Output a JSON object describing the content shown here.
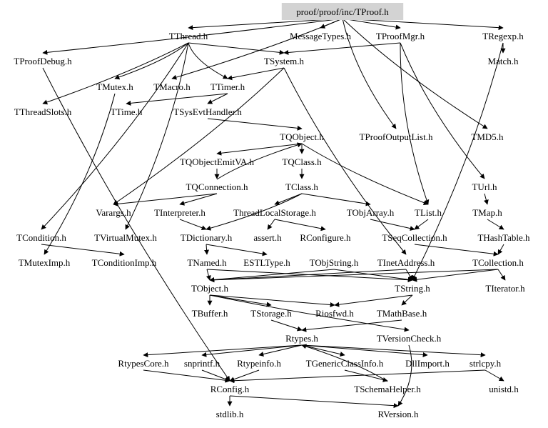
{
  "diagram": {
    "title": "proof/proof/inc/TProof.h",
    "type": "include-dependency-graph",
    "colors": {
      "root_fill": "#d3d3d3",
      "background": "#ffffff",
      "edge": "#000000",
      "text": "#000000"
    },
    "nodes": [
      {
        "id": "TProof",
        "label": "proof/proof/inc/TProof.h",
        "root": true
      },
      {
        "id": "TThread",
        "label": "TThread.h"
      },
      {
        "id": "MessageTypes",
        "label": "MessageTypes.h"
      },
      {
        "id": "TProofMgr",
        "label": "TProofMgr.h"
      },
      {
        "id": "TRegexp",
        "label": "TRegexp.h"
      },
      {
        "id": "TProofDebug",
        "label": "TProofDebug.h"
      },
      {
        "id": "TSystem",
        "label": "TSystem.h"
      },
      {
        "id": "Match",
        "label": "Match.h"
      },
      {
        "id": "TMutex",
        "label": "TMutex.h"
      },
      {
        "id": "TMacro",
        "label": "TMacro.h"
      },
      {
        "id": "TTimer",
        "label": "TTimer.h"
      },
      {
        "id": "TThreadSlots",
        "label": "TThreadSlots.h"
      },
      {
        "id": "TTime",
        "label": "TTime.h"
      },
      {
        "id": "TSysEvtHandler",
        "label": "TSysEvtHandler.h"
      },
      {
        "id": "TQObject",
        "label": "TQObject.h"
      },
      {
        "id": "TProofOutputList",
        "label": "TProofOutputList.h"
      },
      {
        "id": "TMD5",
        "label": "TMD5.h"
      },
      {
        "id": "TQObjectEmitVA",
        "label": "TQObjectEmitVA.h"
      },
      {
        "id": "TQClass",
        "label": "TQClass.h"
      },
      {
        "id": "TQConnection",
        "label": "TQConnection.h"
      },
      {
        "id": "TClass",
        "label": "TClass.h"
      },
      {
        "id": "TUrl",
        "label": "TUrl.h"
      },
      {
        "id": "Varargs",
        "label": "Varargs.h"
      },
      {
        "id": "TInterpreter",
        "label": "TInterpreter.h"
      },
      {
        "id": "ThreadLocalStorage",
        "label": "ThreadLocalStorage.h"
      },
      {
        "id": "TObjArray",
        "label": "TObjArray.h"
      },
      {
        "id": "TList",
        "label": "TList.h"
      },
      {
        "id": "TMap",
        "label": "TMap.h"
      },
      {
        "id": "TCondition",
        "label": "TCondition.h"
      },
      {
        "id": "TVirtualMutex",
        "label": "TVirtualMutex.h"
      },
      {
        "id": "TDictionary",
        "label": "TDictionary.h"
      },
      {
        "id": "assert",
        "label": "assert.h"
      },
      {
        "id": "RConfigure",
        "label": "RConfigure.h"
      },
      {
        "id": "TSeqCollection",
        "label": "TSeqCollection.h"
      },
      {
        "id": "THashTable",
        "label": "THashTable.h"
      },
      {
        "id": "TMutexImp",
        "label": "TMutexImp.h"
      },
      {
        "id": "TConditionImp",
        "label": "TConditionImp.h"
      },
      {
        "id": "TNamed",
        "label": "TNamed.h"
      },
      {
        "id": "ESTLType",
        "label": "ESTLType.h"
      },
      {
        "id": "TObjString",
        "label": "TObjString.h"
      },
      {
        "id": "TInetAddress",
        "label": "TInetAddress.h"
      },
      {
        "id": "TCollection",
        "label": "TCollection.h"
      },
      {
        "id": "TObject",
        "label": "TObject.h"
      },
      {
        "id": "TString",
        "label": "TString.h"
      },
      {
        "id": "TIterator",
        "label": "TIterator.h"
      },
      {
        "id": "TBuffer",
        "label": "TBuffer.h"
      },
      {
        "id": "TStorage",
        "label": "TStorage.h"
      },
      {
        "id": "Riosfwd",
        "label": "Riosfwd.h"
      },
      {
        "id": "TMathBase",
        "label": "TMathBase.h"
      },
      {
        "id": "Rtypes",
        "label": "Rtypes.h"
      },
      {
        "id": "TVersionCheck",
        "label": "TVersionCheck.h"
      },
      {
        "id": "RtypesCore",
        "label": "RtypesCore.h"
      },
      {
        "id": "snprintf",
        "label": "snprintf.h"
      },
      {
        "id": "Rtypeinfo",
        "label": "Rtypeinfo.h"
      },
      {
        "id": "TGenericClassInfo",
        "label": "TGenericClassInfo.h"
      },
      {
        "id": "DllImport",
        "label": "DllImport.h"
      },
      {
        "id": "strlcpy",
        "label": "strlcpy.h"
      },
      {
        "id": "RConfig",
        "label": "RConfig.h"
      },
      {
        "id": "TSchemaHelper",
        "label": "TSchemaHelper.h"
      },
      {
        "id": "unistd",
        "label": "unistd.h"
      },
      {
        "id": "stdlib",
        "label": "stdlib.h"
      },
      {
        "id": "RVersion",
        "label": "RVersion.h"
      }
    ],
    "edges": [
      [
        "TProof",
        "TThread"
      ],
      [
        "TProof",
        "MessageTypes"
      ],
      [
        "TProof",
        "TProofMgr"
      ],
      [
        "TProof",
        "TRegexp"
      ],
      [
        "TProof",
        "TProofDebug"
      ],
      [
        "TProof",
        "TMacro"
      ],
      [
        "TProof",
        "TMD5"
      ],
      [
        "TProof",
        "TProofOutputList"
      ],
      [
        "TThread",
        "TMutex"
      ],
      [
        "TThread",
        "TTimer"
      ],
      [
        "TThread",
        "TSystem"
      ],
      [
        "TThread",
        "TCondition"
      ],
      [
        "TThread",
        "TThreadSlots"
      ],
      [
        "TThread",
        "TVirtualMutex"
      ],
      [
        "TProofMgr",
        "TSystem"
      ],
      [
        "TProofMgr",
        "TList"
      ],
      [
        "TProofMgr",
        "TUrl"
      ],
      [
        "TRegexp",
        "Match"
      ],
      [
        "TRegexp",
        "TString"
      ],
      [
        "TSystem",
        "TTimer"
      ],
      [
        "TSystem",
        "TInetAddress"
      ],
      [
        "TSystem",
        "Varargs"
      ],
      [
        "TTimer",
        "TTime"
      ],
      [
        "TTimer",
        "TSysEvtHandler"
      ],
      [
        "TSysEvtHandler",
        "TQObject"
      ],
      [
        "TQObject",
        "TQObjectEmitVA"
      ],
      [
        "TQObject",
        "TQClass"
      ],
      [
        "TQObject",
        "TList"
      ],
      [
        "TQObjectEmitVA",
        "TQConnection"
      ],
      [
        "TQConnection",
        "TQObject"
      ],
      [
        "TQConnection",
        "Varargs"
      ],
      [
        "TQConnection",
        "TInterpreter"
      ],
      [
        "TQClass",
        "TClass"
      ],
      [
        "TClass",
        "TDictionary"
      ],
      [
        "TClass",
        "TObjArray"
      ],
      [
        "TClass",
        "ThreadLocalStorage"
      ],
      [
        "ThreadLocalStorage",
        "assert"
      ],
      [
        "ThreadLocalStorage",
        "RConfigure"
      ],
      [
        "TInterpreter",
        "TDictionary"
      ],
      [
        "TObjArray",
        "TSeqCollection"
      ],
      [
        "TList",
        "TSeqCollection"
      ],
      [
        "TSeqCollection",
        "TCollection"
      ],
      [
        "TUrl",
        "TMap"
      ],
      [
        "TMap",
        "THashTable"
      ],
      [
        "THashTable",
        "TCollection"
      ],
      [
        "TCondition",
        "TConditionImp"
      ],
      [
        "TMutex",
        "TMutexImp"
      ],
      [
        "TDictionary",
        "TNamed"
      ],
      [
        "TDictionary",
        "ESTLType"
      ],
      [
        "TNamed",
        "TObject"
      ],
      [
        "TNamed",
        "TString"
      ],
      [
        "TCollection",
        "TObject"
      ],
      [
        "TCollection",
        "TIterator"
      ],
      [
        "TCollection",
        "TString"
      ],
      [
        "TObjString",
        "TObject"
      ],
      [
        "TObjString",
        "TString"
      ],
      [
        "TInetAddress",
        "TObject"
      ],
      [
        "TInetAddress",
        "TString"
      ],
      [
        "TObject",
        "TBuffer"
      ],
      [
        "TObject",
        "TStorage"
      ],
      [
        "TObject",
        "Riosfwd"
      ],
      [
        "TObject",
        "TVersionCheck"
      ],
      [
        "TString",
        "Riosfwd"
      ],
      [
        "TString",
        "TMathBase"
      ],
      [
        "TStorage",
        "Rtypes"
      ],
      [
        "TMathBase",
        "Rtypes"
      ],
      [
        "Rtypes",
        "RtypesCore"
      ],
      [
        "Rtypes",
        "snprintf"
      ],
      [
        "Rtypes",
        "Rtypeinfo"
      ],
      [
        "Rtypes",
        "TGenericClassInfo"
      ],
      [
        "Rtypes",
        "DllImport"
      ],
      [
        "Rtypes",
        "strlcpy"
      ],
      [
        "RtypesCore",
        "RConfig"
      ],
      [
        "snprintf",
        "RConfig"
      ],
      [
        "Rtypeinfo",
        "RConfig"
      ],
      [
        "TGenericClassInfo",
        "TSchemaHelper"
      ],
      [
        "strlcpy",
        "RConfig"
      ],
      [
        "strlcpy",
        "unistd"
      ],
      [
        "RConfig",
        "stdlib"
      ],
      [
        "RConfig",
        "RVersion"
      ],
      [
        "TVersionCheck",
        "RVersion"
      ],
      [
        "TProofDebug",
        "RConfig"
      ],
      [
        "TSchemaHelper",
        "Rtypes"
      ]
    ]
  }
}
